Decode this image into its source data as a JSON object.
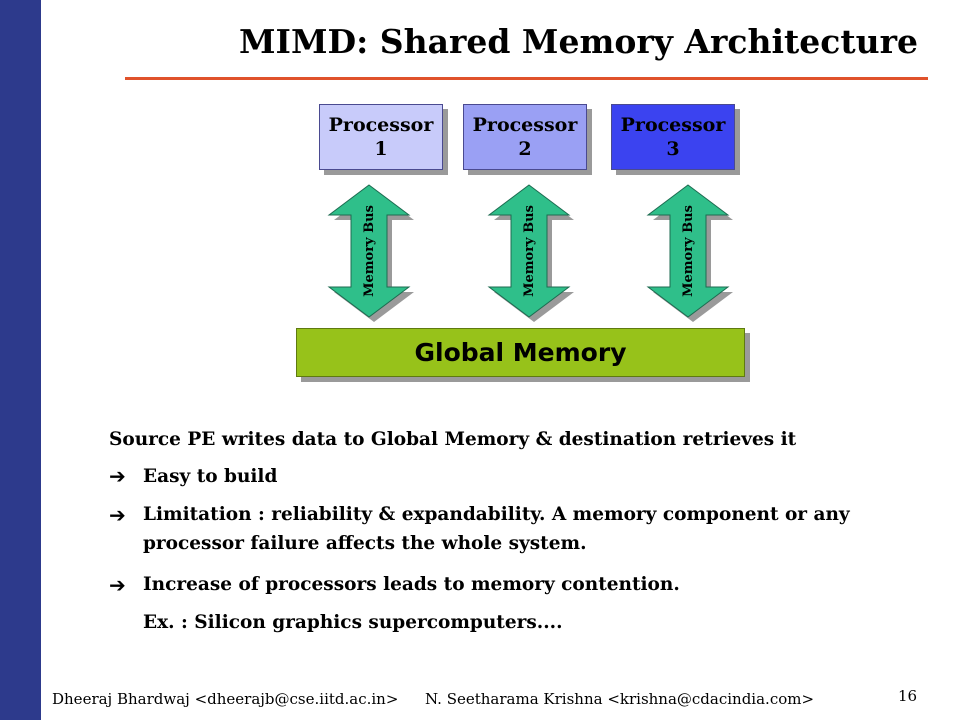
{
  "slide": {
    "title": "MIMD: Shared Memory Architecture",
    "page_number": "16"
  },
  "diagram": {
    "processors": [
      {
        "line1": "Processor",
        "line2": "1",
        "color": "#c8cbfa"
      },
      {
        "line1": "Processor",
        "line2": "2",
        "color": "#9aa0f4"
      },
      {
        "line1": "Processor",
        "line2": "3",
        "color": "#3b43f0"
      }
    ],
    "bus_label": "Memory Bus",
    "bus_color": "#2fbf8a",
    "global_memory": "Global Memory",
    "global_memory_color": "#97c21a"
  },
  "content": {
    "intro": "Source PE writes data to Global Memory & destination retrieves it",
    "bullet_symbol": "➔",
    "bullets": [
      "Easy to build",
      "Limitation : reliability & expandability.  A memory component or any processor failure affects the whole system.",
      "Increase of processors leads to memory contention."
    ],
    "example": "Ex. : Silicon graphics supercomputers...."
  },
  "footer": {
    "author1": "Dheeraj Bhardwaj <dheerajb@cse.iitd.ac.in>",
    "author2": "N. Seetharama Krishna <krishna@cdacindia.com>"
  }
}
